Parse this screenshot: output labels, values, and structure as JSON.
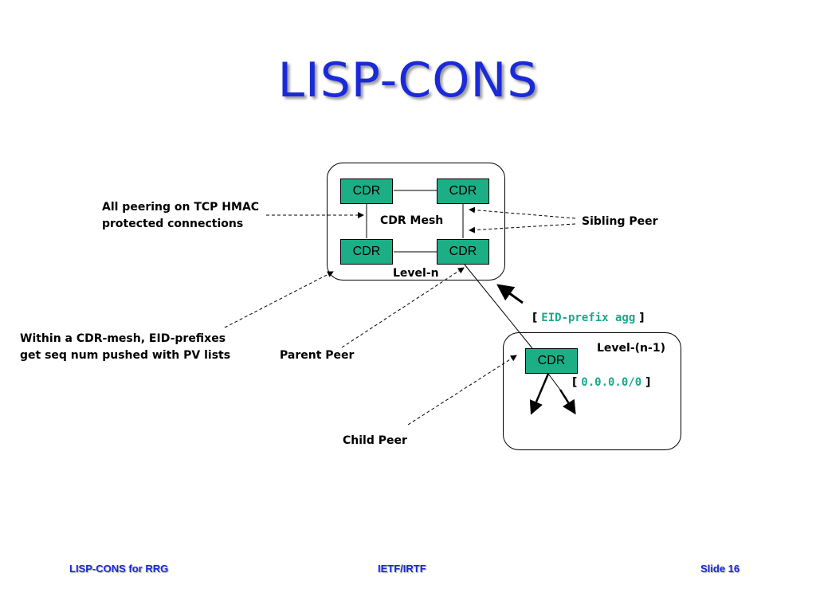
{
  "slide": {
    "title": "LISP-CONS"
  },
  "diagram": {
    "nodes": {
      "cdr_top_left": "CDR",
      "cdr_top_right": "CDR",
      "cdr_bottom_left": "CDR",
      "cdr_bottom_right": "CDR",
      "cdr_child": "CDR"
    },
    "mesh_label": "CDR Mesh",
    "level_n_label": "Level-n",
    "level_n1_label": "Level-(n-1)",
    "eid_prefix_bracket_open": "[",
    "eid_prefix_text": "EID-prefix agg",
    "eid_prefix_bracket_close": "]",
    "default_bracket_open": "[",
    "default_text": "0.0.0.0/0",
    "default_bracket_close": "]",
    "annotations": {
      "tcp_line1": "All peering on TCP HMAC",
      "tcp_line2": "protected connections",
      "sibling_peer": "Sibling Peer",
      "within_line1": "Within a CDR-mesh, EID-prefixes",
      "within_line2": "get seq num pushed with PV lists",
      "parent_peer": "Parent Peer",
      "child_peer": "Child Peer"
    },
    "colors": {
      "cdr_fill": "#1cae84",
      "title": "#1a2ad8",
      "prefix_text": "#1aa88c"
    }
  },
  "footer": {
    "left": "LISP-CONS for RRG",
    "center": "IETF/IRTF",
    "right": "Slide 16"
  }
}
